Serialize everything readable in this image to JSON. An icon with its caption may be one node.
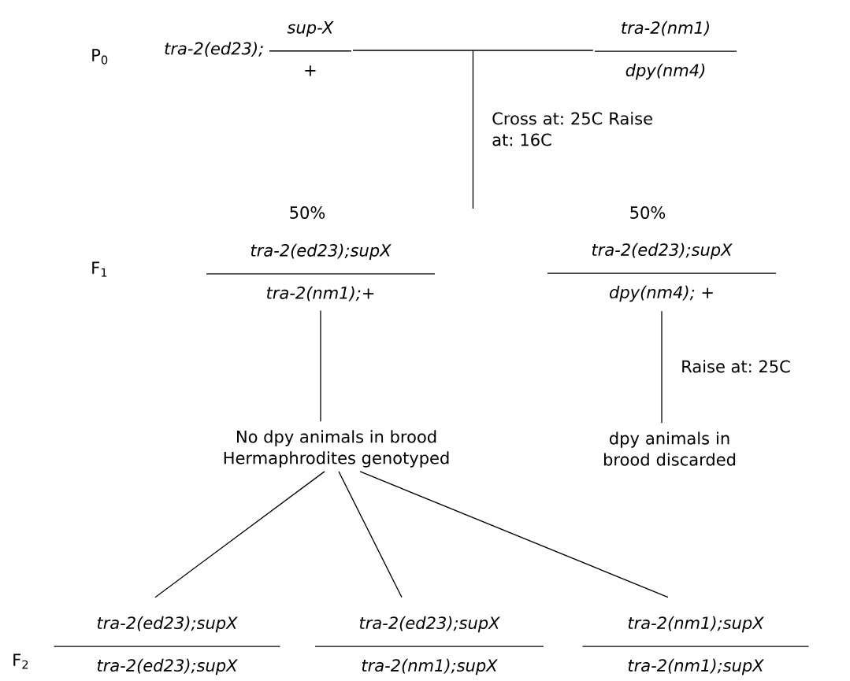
{
  "diagram": {
    "nodes": [
      {
        "text": [
          "tra-2(ed23);",
          "sup-X",
          "+"
        ]
      },
      {
        "text": [
          "tra-2(nm1)",
          "dpy(nm4)"
        ]
      },
      {
        "text": [
          "tra-2(ed23);supX",
          "tra-2(nm1);+"
        ],
        "beside": [
          "50%"
        ]
      },
      {
        "text": [
          "tra-2(ed23);supX",
          "dpy(nm4); +"
        ],
        "beside": [
          "50%"
        ]
      },
      {
        "text": [
          "No dpy animals in brood",
          "Hermaphrodites genotyped"
        ]
      },
      {
        "text": [
          "dpy animals in brood discarded"
        ]
      },
      {
        "text": [
          "tra-2(ed23);supX",
          "tra-2(ed23);supX"
        ]
      },
      {
        "text": [
          "tra-2(ed23);supX",
          "tra-2(nm1);supX"
        ]
      },
      {
        "text": [
          "tra-2(nm1);supX",
          "tra-2(nm1);supX"
        ]
      }
    ],
    "edges": [
      {
        "from": 0,
        "to": 1,
        "arrow": "none"
      },
      {
        "from": 2,
        "to": 4,
        "arrow": "none"
      },
      {
        "from": 3,
        "to": 5,
        "arrow": "none",
        "label": "Raise at: 25C"
      },
      {
        "from": 4,
        "to": 6,
        "arrow": "none"
      },
      {
        "from": 4,
        "to": 7,
        "arrow": "none"
      },
      {
        "from": 4,
        "to": 8,
        "arrow": "none"
      }
    ],
    "labels": [
      "P$_{0}$",
      "Cross at: 25C Raise at: 16C",
      "F$_{1}$",
      "F$_{2}$"
    ]
  }
}
